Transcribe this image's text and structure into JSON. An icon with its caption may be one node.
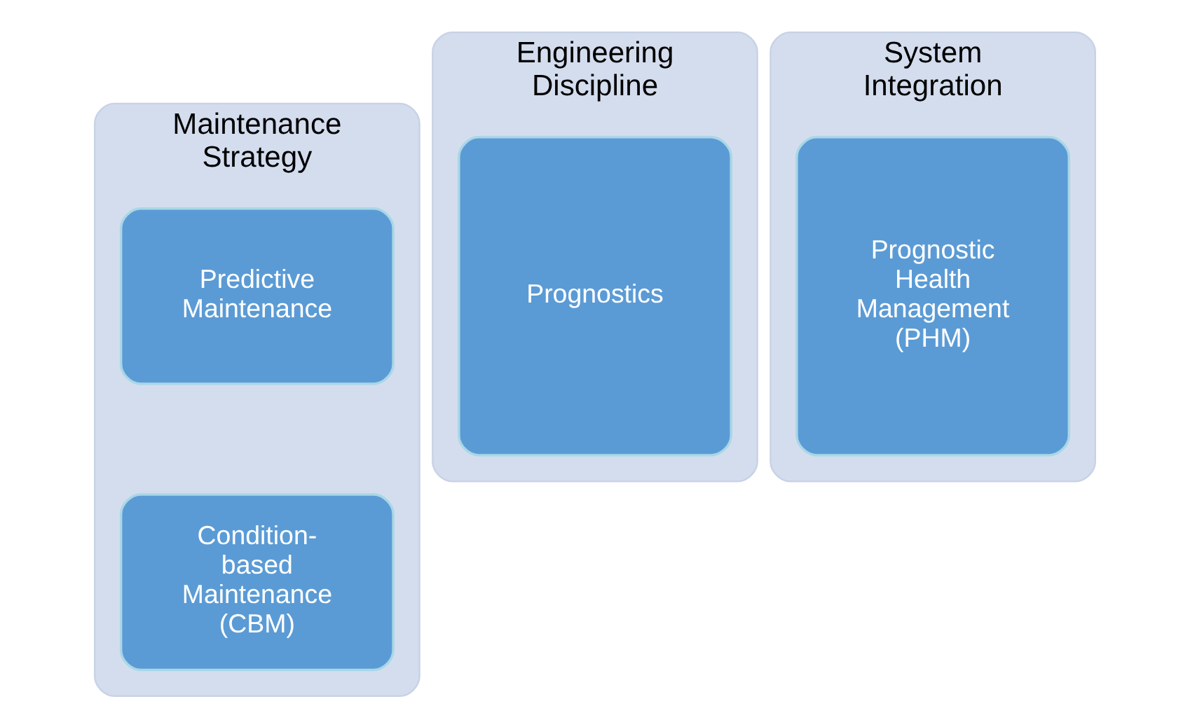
{
  "diagram": {
    "nodes": [
      {
        "text": [
          "Maintenance Strategy"
        ]
      },
      {
        "text": [
          "Predictive Maintenance"
        ],
        "in": 0
      },
      {
        "text": [
          "Condition-based Maintenance (CBM)"
        ],
        "in": 0
      },
      {
        "text": [
          "Engineering Discipline"
        ]
      },
      {
        "text": [
          "Prognostics"
        ],
        "in": 3
      },
      {
        "text": [
          "System Integration"
        ]
      },
      {
        "text": [
          "Prognostic Health Management (PHM)"
        ],
        "in": 5
      }
    ],
    "edges": []
  }
}
